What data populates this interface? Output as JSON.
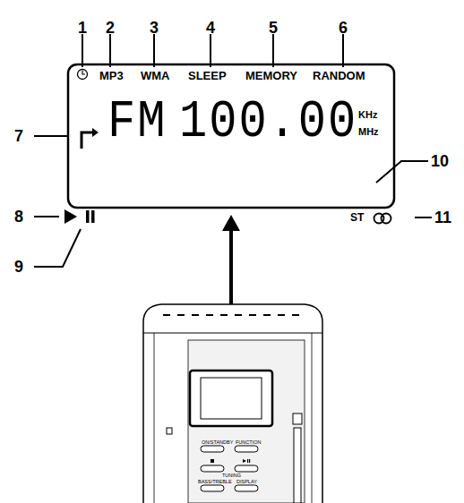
{
  "diagram": {
    "nodes": [
      {
        "text": [
          "MP3",
          "WMA",
          "SLEEP",
          "MEMORY",
          "RANDOM",
          "FM",
          "100.00",
          "KHz",
          "MHz",
          "ST"
        ]
      }
    ],
    "labels": [
      "1",
      "2",
      "3",
      "4",
      "5",
      "6",
      "7",
      "8",
      "9",
      "10",
      "11",
      "ON/STANDBY",
      "FUNCTION",
      "TUNING",
      "BASS/TREBLE",
      "DISPLAY"
    ]
  }
}
